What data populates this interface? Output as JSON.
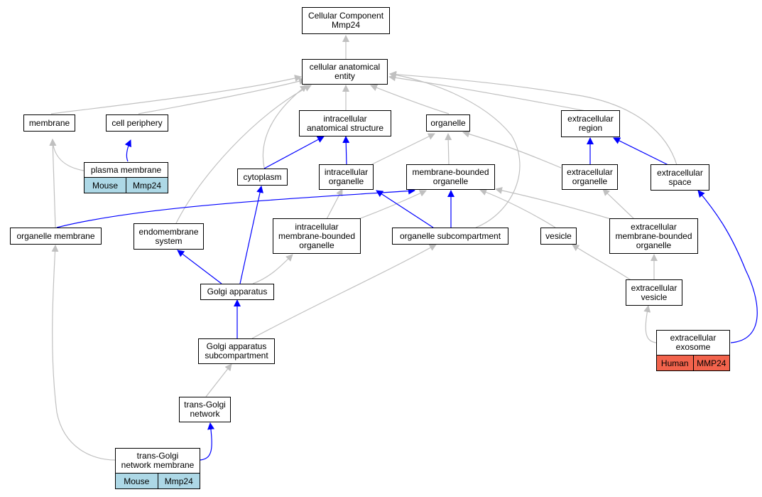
{
  "nodes": {
    "root": "Cellular Component\nMmp24",
    "cae": "cellular anatomical\nentity",
    "membrane": "membrane",
    "cell_periphery": "cell periphery",
    "ias": "intracellular\nanatomical structure",
    "organelle": "organelle",
    "ecr": "extracellular\nregion",
    "plasma_membrane": "plasma membrane",
    "cytoplasm": "cytoplasm",
    "io": "intracellular\norganelle",
    "mbo": "membrane-bounded\norganelle",
    "eco": "extracellular\norganelle",
    "ecs": "extracellular\nspace",
    "om": "organelle membrane",
    "ems": "endomembrane\nsystem",
    "imbo": "intracellular\nmembrane-bounded\norganelle",
    "osc": "organelle subcompartment",
    "vesicle": "vesicle",
    "embo": "extracellular\nmembrane-bounded\norganelle",
    "golgi": "Golgi apparatus",
    "ecv": "extracellular\nvesicle",
    "gasc": "Golgi apparatus\nsubcompartment",
    "exosome": "extracellular\nexosome",
    "tgn": "trans-Golgi\nnetwork",
    "tgnm": "trans-Golgi\nnetwork membrane"
  },
  "annotations": {
    "plasma_membrane": {
      "species": "Mouse",
      "gene": "Mmp24"
    },
    "exosome": {
      "species": "Human",
      "gene": "MMP24"
    },
    "tgnm": {
      "species": "Mouse",
      "gene": "Mmp24"
    }
  },
  "colors": {
    "gray_edge": "#c0c0c0",
    "blue_edge": "#0000ff",
    "mouse": "#add8e6",
    "human": "#f2634c"
  }
}
